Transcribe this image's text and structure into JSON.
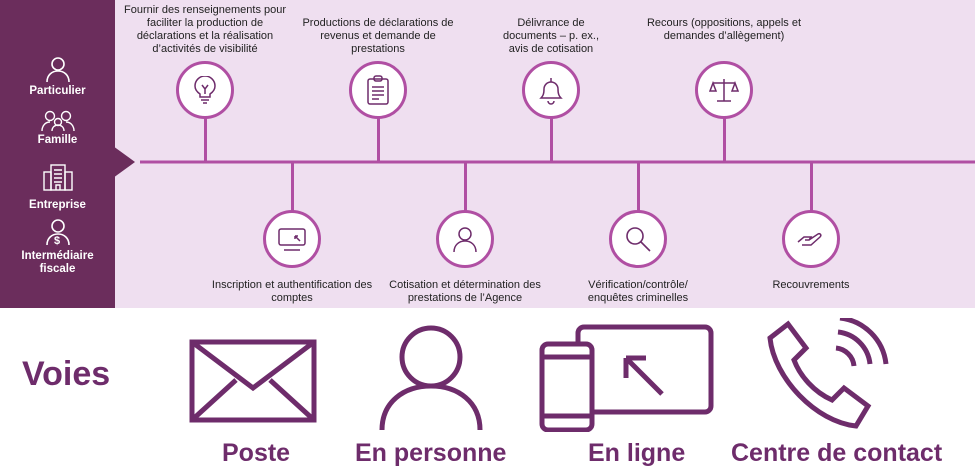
{
  "segments": [
    {
      "label": "Particulier",
      "icon": "person-icon"
    },
    {
      "label": "Famille",
      "icon": "family-icon"
    },
    {
      "label": "Entreprise",
      "icon": "building-icon"
    },
    {
      "label": "Intermédiaire fiscale",
      "icon": "person-dollar-icon"
    }
  ],
  "timeline_top": [
    {
      "label": "Fournir des renseignements pour faciliter la production de déclarations et la réalisation d’activités de visibilité",
      "icon": "lightbulb-icon"
    },
    {
      "label": "Productions de déclarations de revenus et demande de prestations",
      "icon": "clipboard-icon"
    },
    {
      "label": "Délivrance de documents – p. ex., avis de cotisation",
      "icon": "bell-icon"
    },
    {
      "label": "Recours (oppositions, appels et demandes d’allègement)",
      "icon": "scales-icon"
    }
  ],
  "timeline_bottom": [
    {
      "label": "Inscription et authentification des comptes",
      "icon": "monitor-icon"
    },
    {
      "label": "Cotisation et détermination des prestations de l’Agence",
      "icon": "person-icon"
    },
    {
      "label": "Vérification/contrôle/ enquêtes criminelles",
      "icon": "magnifier-icon"
    },
    {
      "label": "Recouvrements",
      "icon": "hand-icon"
    }
  ],
  "channels_title": "Voies",
  "channels": [
    {
      "label": "Poste",
      "icon": "envelope-icon"
    },
    {
      "label": "En personne",
      "icon": "person-icon"
    },
    {
      "label": "En ligne",
      "icon": "devices-icon"
    },
    {
      "label": "Centre de contact",
      "icon": "phone-icon"
    }
  ],
  "colors": {
    "sidebar": "#6b2d5c",
    "background": "#efdff0",
    "line": "#b04fa3",
    "channel": "#6e2c6b"
  }
}
